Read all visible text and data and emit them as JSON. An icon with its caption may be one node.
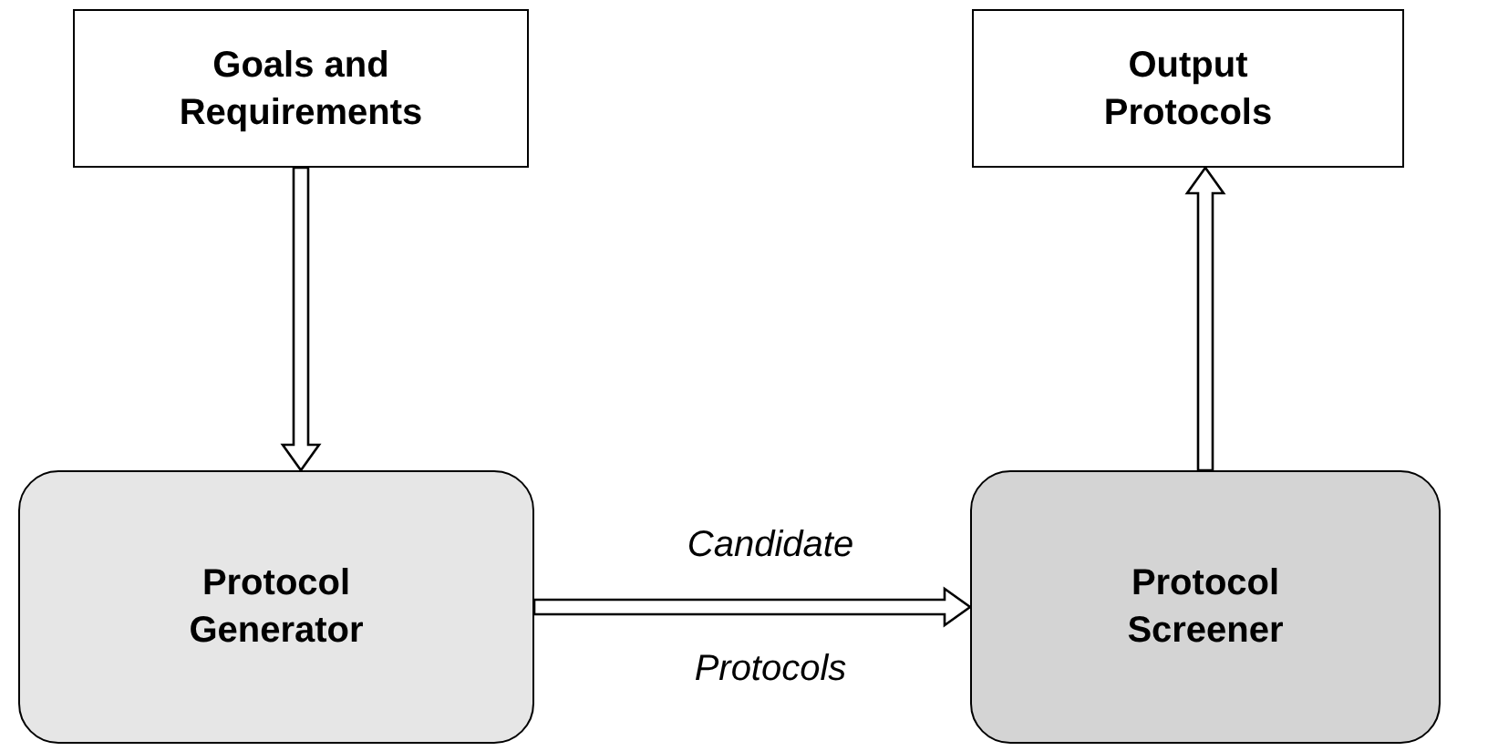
{
  "diagram": {
    "nodes": [
      {
        "text": [
          "Goals and Requirements"
        ]
      },
      {
        "text": [
          "Output Protocols"
        ]
      },
      {
        "text": [
          "Protocol Generator"
        ]
      },
      {
        "text": [
          "Protocol Screener"
        ]
      }
    ],
    "edges": [
      {
        "from": 0,
        "to": 2,
        "arrow": "to"
      },
      {
        "from": 3,
        "to": 1,
        "arrow": "to"
      },
      {
        "from": 2,
        "to": 3,
        "arrow": "to",
        "label": "Candidate Protocols"
      }
    ]
  }
}
